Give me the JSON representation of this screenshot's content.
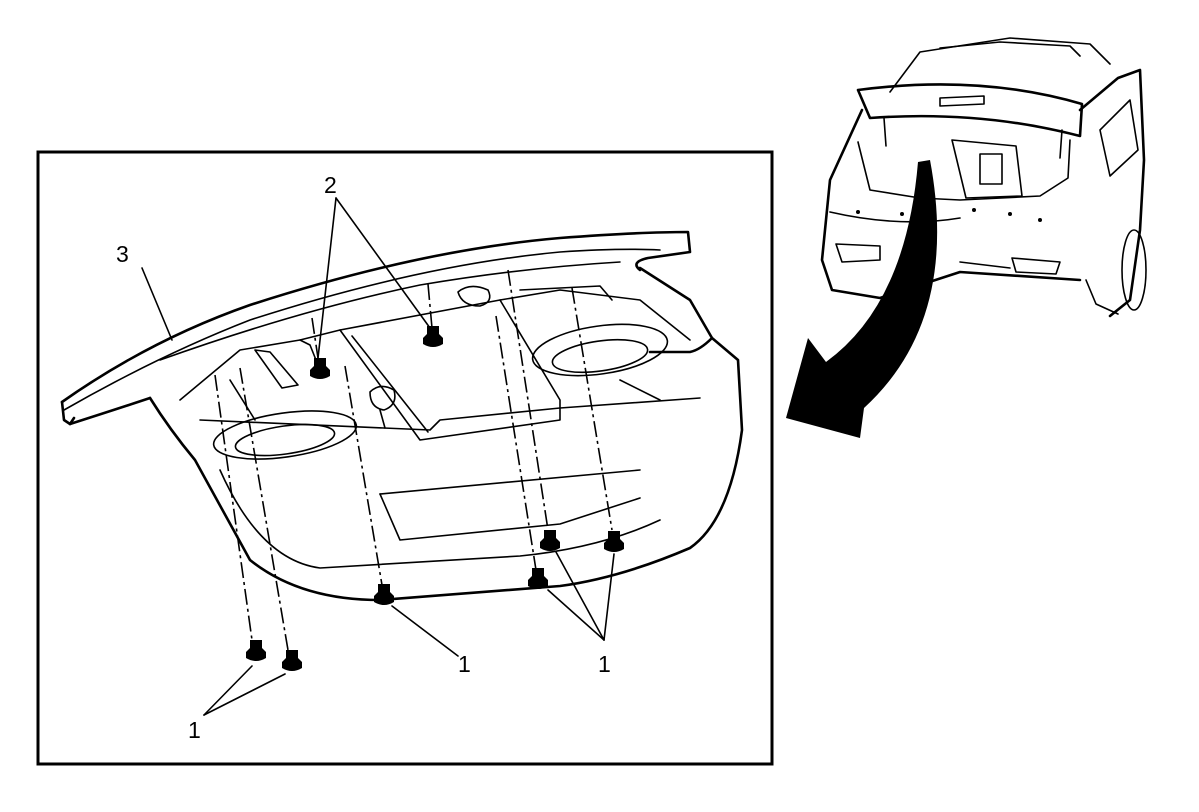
{
  "diagram": {
    "callouts": {
      "shelf_panel": "3",
      "upper_fasteners": "2",
      "lower_left_fasteners": "1",
      "lower_center_fastener": "1",
      "lower_right_fasteners": "1"
    }
  }
}
